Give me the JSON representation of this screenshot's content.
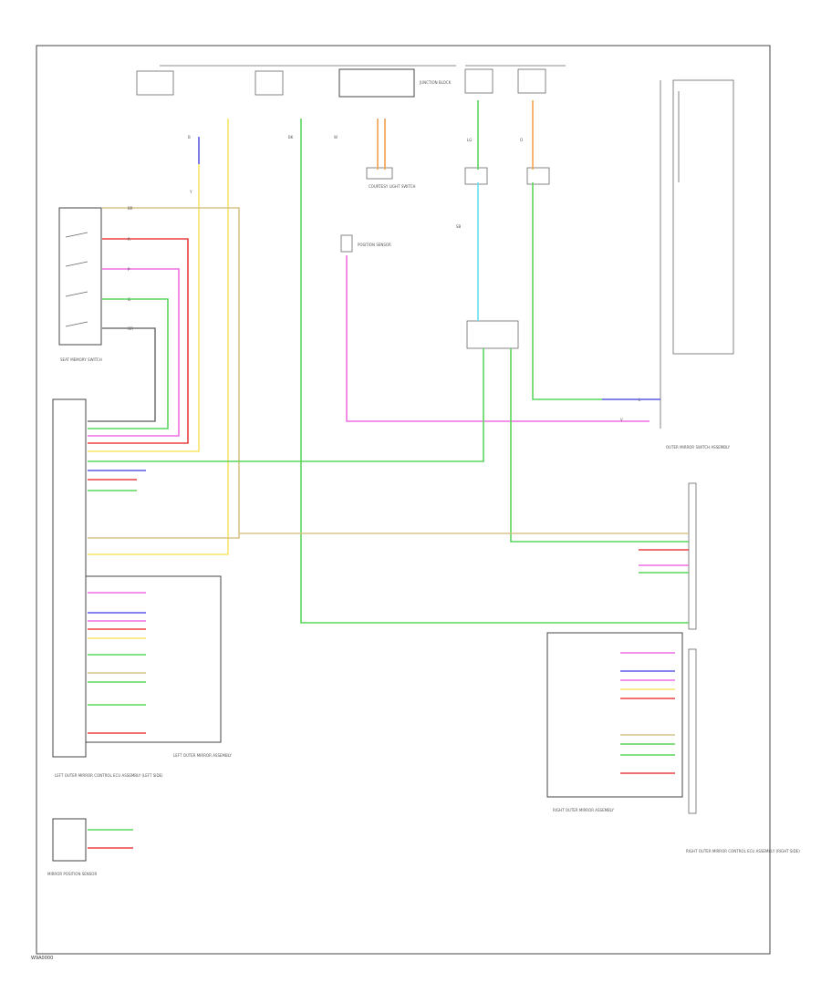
{
  "diagram": {
    "footer_code": "W9A0000",
    "connectors": {
      "seat_memory_switch": "SEAT MEMORY SWITCH",
      "left_outer_mirror_left": "LEFT OUTER MIRROR CONTROL ECU ASSEMBLY (LEFT SIDE)",
      "left_outer_mirror_right": "LEFT OUTER MIRROR ASSEMBLY",
      "outer_mirror_switch": "OUTER MIRROR SWITCH ASSEMBLY",
      "right_outer_mirror_ctrl": "RIGHT OUTER MIRROR CONTROL ECU ASSEMBLY (RIGHT SIDE)",
      "right_outer_mirror_asm": "RIGHT OUTER MIRROR ASSEMBLY",
      "mirror_switch_bottom": "MIRROR POSITION SENSOR",
      "junction_block": "JUNCTION BLOCK",
      "courtesy_switch": "COURTESY LIGHT SWITCH",
      "position_sensor": "POSITION SENSOR"
    },
    "wire_labels": {
      "bk": "BK",
      "gr": "GR",
      "w": "W",
      "b": "B",
      "v": "V",
      "p": "P",
      "lg": "LG",
      "sb": "SB",
      "g": "G",
      "y": "Y",
      "r": "R",
      "l": "L",
      "o": "O",
      "br": "BR"
    },
    "colors": {
      "yellow": "#f5e66a",
      "orange": "#f2a24e",
      "red": "#e84040",
      "magenta": "#ee6ee0",
      "green": "#5bd55b",
      "blue": "#5a5ae6",
      "cyan": "#66e0f0",
      "tan": "#d8c48a",
      "gray": "#777777",
      "black": "#333333"
    }
  }
}
